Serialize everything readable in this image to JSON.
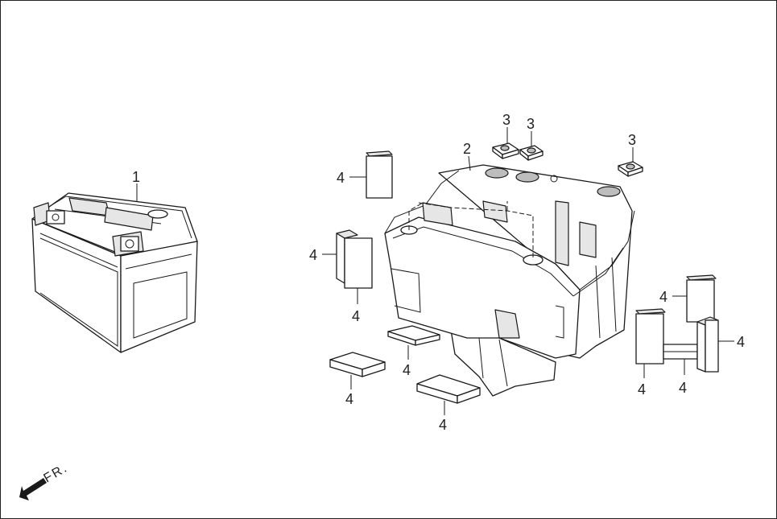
{
  "callouts": {
    "battery": "1",
    "box": "2",
    "nut_left": "3",
    "nut_mid": "3",
    "nut_right": "3",
    "pad_a": "4",
    "pad_b": "4",
    "pad_c": "4",
    "pad_d": "4",
    "pad_e": "4",
    "pad_f": "4",
    "pad_g": "4",
    "pad_h": "4",
    "pad_i": "4",
    "pad_j": "4"
  },
  "direction_label": "FR."
}
